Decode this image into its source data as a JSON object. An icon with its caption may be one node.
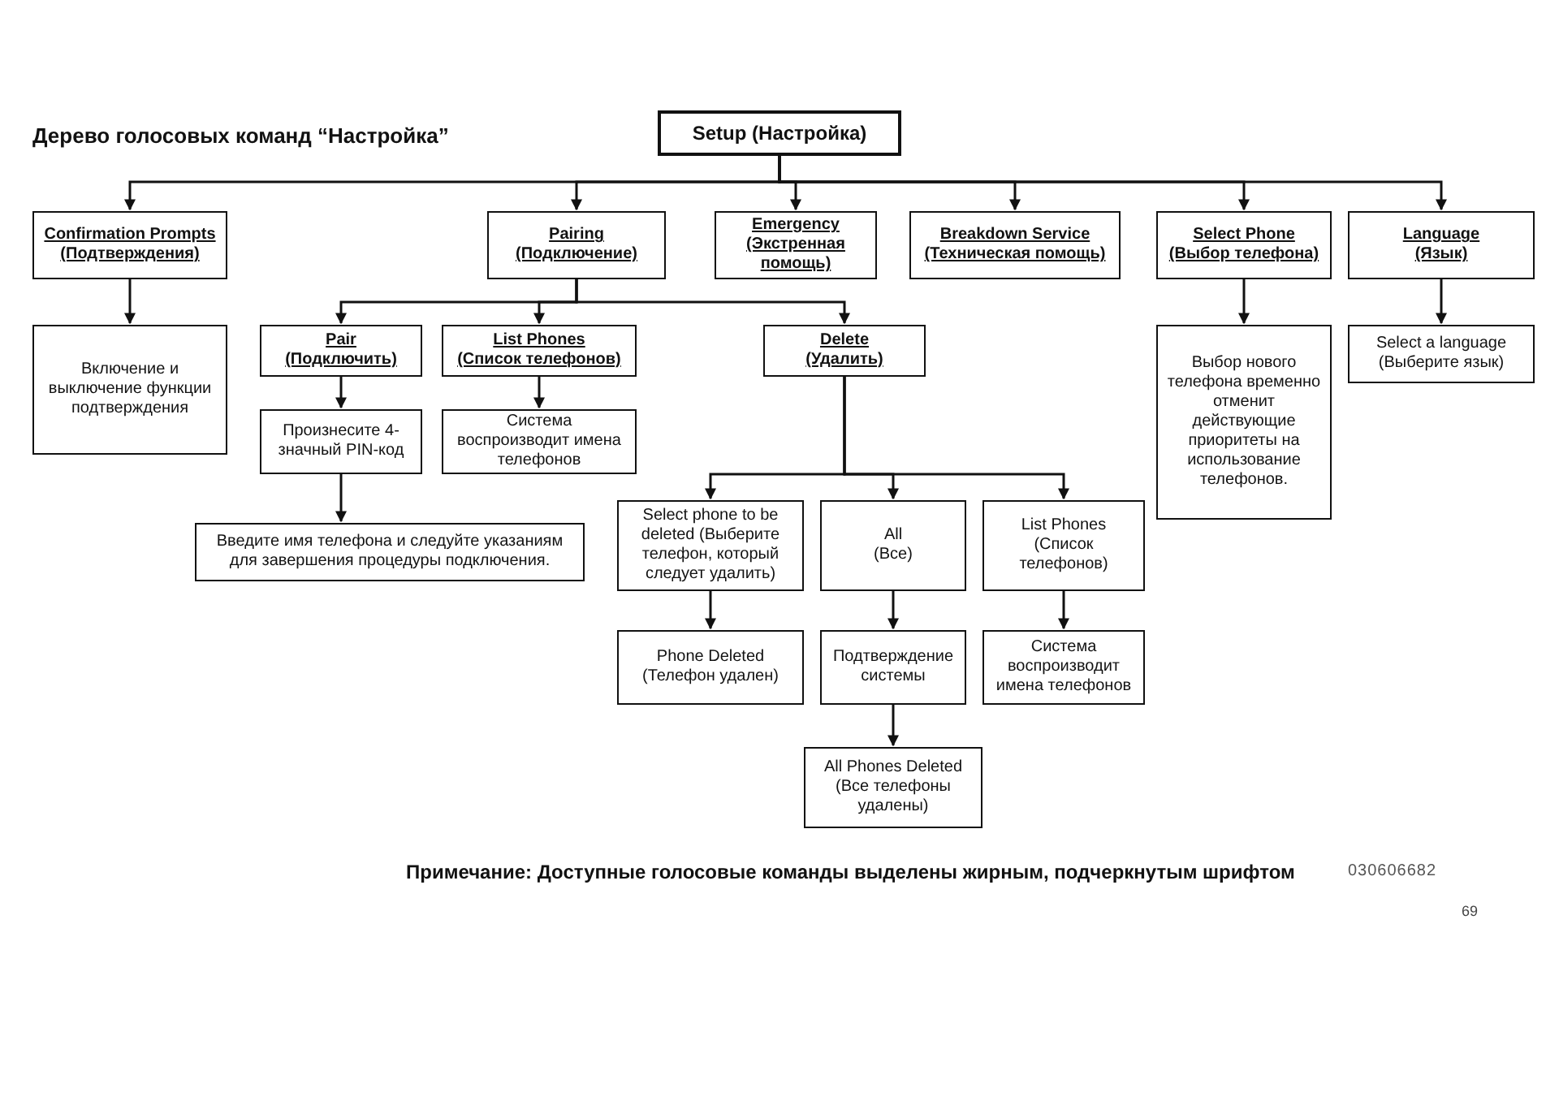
{
  "diagram": {
    "title": "Дерево голосовых команд “Настройка”",
    "caption": "Примечание: Доступные голосовые команды выделены жирным, подчеркнутым шрифтом",
    "nodes": [
      {
        "text": [
          "Setup (Настройка)"
        ]
      },
      {
        "text": [
          "Confirmation Prompts",
          "(Подтверждения)"
        ]
      },
      {
        "text": [
          "Pairing",
          "(Подключение)"
        ]
      },
      {
        "text": [
          "Emergency",
          "(Экстренная помощь)"
        ]
      },
      {
        "text": [
          "Breakdown Service",
          "(Техническая помощь)"
        ]
      },
      {
        "text": [
          "Select Phone",
          "(Выбор телефона)"
        ]
      },
      {
        "text": [
          "Language",
          "(Язык)"
        ]
      },
      {
        "text": [
          "Включение и выключение функции подтверждения"
        ]
      },
      {
        "text": [
          "Pair",
          "(Подключить)"
        ]
      },
      {
        "text": [
          "List Phones",
          "(Список телефонов)"
        ]
      },
      {
        "text": [
          "Delete",
          "(Удалить)"
        ]
      },
      {
        "text": [
          "Выбор нового телефона временно отменит действующие приоритеты на использование телефонов."
        ]
      },
      {
        "text": [
          "Select a language",
          "(Выберите язык)"
        ]
      },
      {
        "text": [
          "Произнесите 4-значный PIN-код"
        ]
      },
      {
        "text": [
          "Система воспроизводит имена телефонов"
        ]
      },
      {
        "text": [
          "Введите имя телефона и следуйте указаниям для завершения процедуры подключения."
        ]
      },
      {
        "text": [
          "Select phone to be deleted (Выберите телефон, который следует удалить)"
        ]
      },
      {
        "text": [
          "All",
          "(Все)"
        ]
      },
      {
        "text": [
          "List Phones",
          "(Список телефонов)"
        ]
      },
      {
        "text": [
          "Phone Deleted",
          "(Телефон удален)"
        ]
      },
      {
        "text": [
          "Подтверждение системы"
        ]
      },
      {
        "text": [
          "Система воспроизводит имена телефонов"
        ]
      },
      {
        "text": [
          "All Phones Deleted (Все телефоны удалены)"
        ]
      }
    ],
    "edges": [
      {
        "from": 0,
        "to": 1,
        "arrow": "to"
      },
      {
        "from": 0,
        "to": 2,
        "arrow": "to"
      },
      {
        "from": 0,
        "to": 3,
        "arrow": "to"
      },
      {
        "from": 0,
        "to": 4,
        "arrow": "to"
      },
      {
        "from": 0,
        "to": 5,
        "arrow": "to"
      },
      {
        "from": 0,
        "to": 6,
        "arrow": "to"
      },
      {
        "from": 1,
        "to": 7,
        "arrow": "to"
      },
      {
        "from": 2,
        "to": 8,
        "arrow": "to"
      },
      {
        "from": 2,
        "to": 9,
        "arrow": "to"
      },
      {
        "from": 2,
        "to": 10,
        "arrow": "to"
      },
      {
        "from": 5,
        "to": 11,
        "arrow": "to"
      },
      {
        "from": 6,
        "to": 12,
        "arrow": "to"
      },
      {
        "from": 8,
        "to": 13,
        "arrow": "to"
      },
      {
        "from": 9,
        "to": 14,
        "arrow": "to"
      },
      {
        "from": 13,
        "to": 15,
        "arrow": "to"
      },
      {
        "from": 10,
        "to": 16,
        "arrow": "to"
      },
      {
        "from": 10,
        "to": 17,
        "arrow": "to"
      },
      {
        "from": 10,
        "to": 18,
        "arrow": "to"
      },
      {
        "from": 16,
        "to": 19,
        "arrow": "to"
      },
      {
        "from": 17,
        "to": 20,
        "arrow": "to"
      },
      {
        "from": 18,
        "to": 21,
        "arrow": "to"
      },
      {
        "from": 20,
        "to": 22,
        "arrow": "to"
      }
    ],
    "labels": [
      "030606682",
      "69"
    ]
  }
}
